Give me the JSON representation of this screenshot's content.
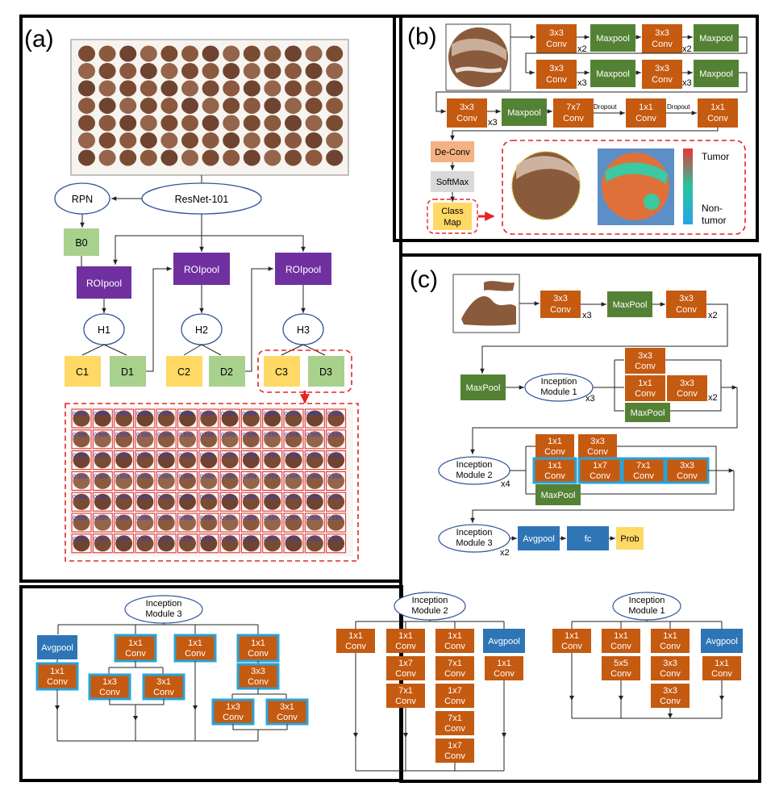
{
  "panels": {
    "a": "(a)",
    "b": "(b)",
    "c": "(c)"
  },
  "colors": {
    "conv": "#c55a11",
    "pool": "#548235",
    "blue": "#2e75b6",
    "yellow": "#ffd966",
    "green": "#a9d18e",
    "purple": "#7030a0",
    "peach": "#f4b183",
    "gray": "#d9d9d9",
    "highlight": "#29a3d9",
    "dash": "#e52323",
    "ellipse": "#2f5597",
    "tissue": "#7a4b33"
  },
  "a": {
    "rpn": "RPN",
    "resnet": "ResNet-101",
    "b0": "B0",
    "roipool": "ROIpool",
    "h1": "H1",
    "h2": "H2",
    "h3": "H3",
    "c1": "C1",
    "d1": "D1",
    "c2": "C2",
    "d2": "D2",
    "c3": "C3",
    "d3": "D3",
    "score": "0.999",
    "tma_cols": 13,
    "tma_rows": 7,
    "det_cols": 13,
    "det_rows": 7
  },
  "b": {
    "conv3": [
      "3x3",
      "Conv"
    ],
    "conv7": [
      "7x7",
      "Conv"
    ],
    "conv1": [
      "1x1",
      "Conv"
    ],
    "maxpool": "Maxpool",
    "x2": "x2",
    "x3": "x3",
    "dropout": "Dropout",
    "deconv": "De-Conv",
    "softmax": "SoftMax",
    "classmap": [
      "Class",
      "Map"
    ],
    "tumor": "Tumor",
    "nontumor": [
      "Non-",
      "tumor"
    ]
  },
  "c": {
    "maxpool": "MaxPool",
    "x2": "x2",
    "x3": "x3",
    "x4": "x4",
    "inc1": [
      "Inception",
      "Module 1"
    ],
    "inc2": [
      "Inception",
      "Module 2"
    ],
    "inc3": [
      "Inception",
      "Module 3"
    ],
    "c3": [
      "3x3",
      "Conv"
    ],
    "c1": [
      "1x1",
      "Conv"
    ],
    "c17": [
      "1x7",
      "Conv"
    ],
    "c71": [
      "7x1",
      "Conv"
    ],
    "avgpool": "Avgpool",
    "fc": "fc",
    "prob": "Prob"
  },
  "d": {
    "inc3": [
      "Inception",
      "Module 3"
    ],
    "inc2": [
      "Inception",
      "Module 2"
    ],
    "inc1": [
      "Inception",
      "Module 1"
    ],
    "avgpool": "Avgpool",
    "c1": [
      "1x1",
      "Conv"
    ],
    "c13": [
      "1x3",
      "Conv"
    ],
    "c31": [
      "3x1",
      "Conv"
    ],
    "c33": [
      "3x3",
      "Conv"
    ],
    "c17": [
      "1x7",
      "Conv"
    ],
    "c71": [
      "7x1",
      "Conv"
    ],
    "c55": [
      "5x5",
      "Conv"
    ]
  }
}
